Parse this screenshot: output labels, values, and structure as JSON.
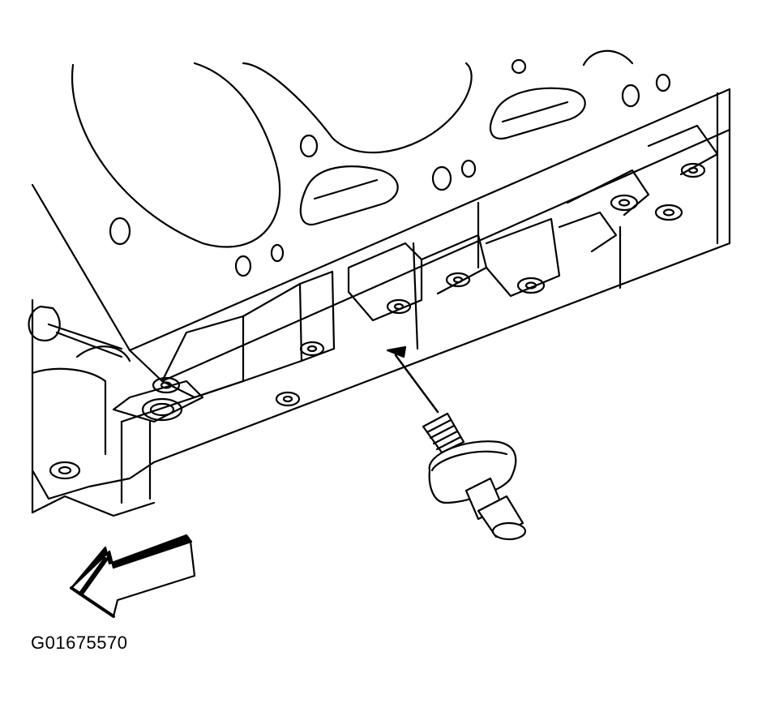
{
  "figure": {
    "id_label": "G01675570",
    "colors": {
      "line": "#000000",
      "background": "#ffffff",
      "arrow_fill": "#000000"
    },
    "parts": [
      "engine-block",
      "cylinder-bore",
      "mounting-boss",
      "bolt-hole",
      "knock-sensor",
      "direction-arrow"
    ]
  }
}
